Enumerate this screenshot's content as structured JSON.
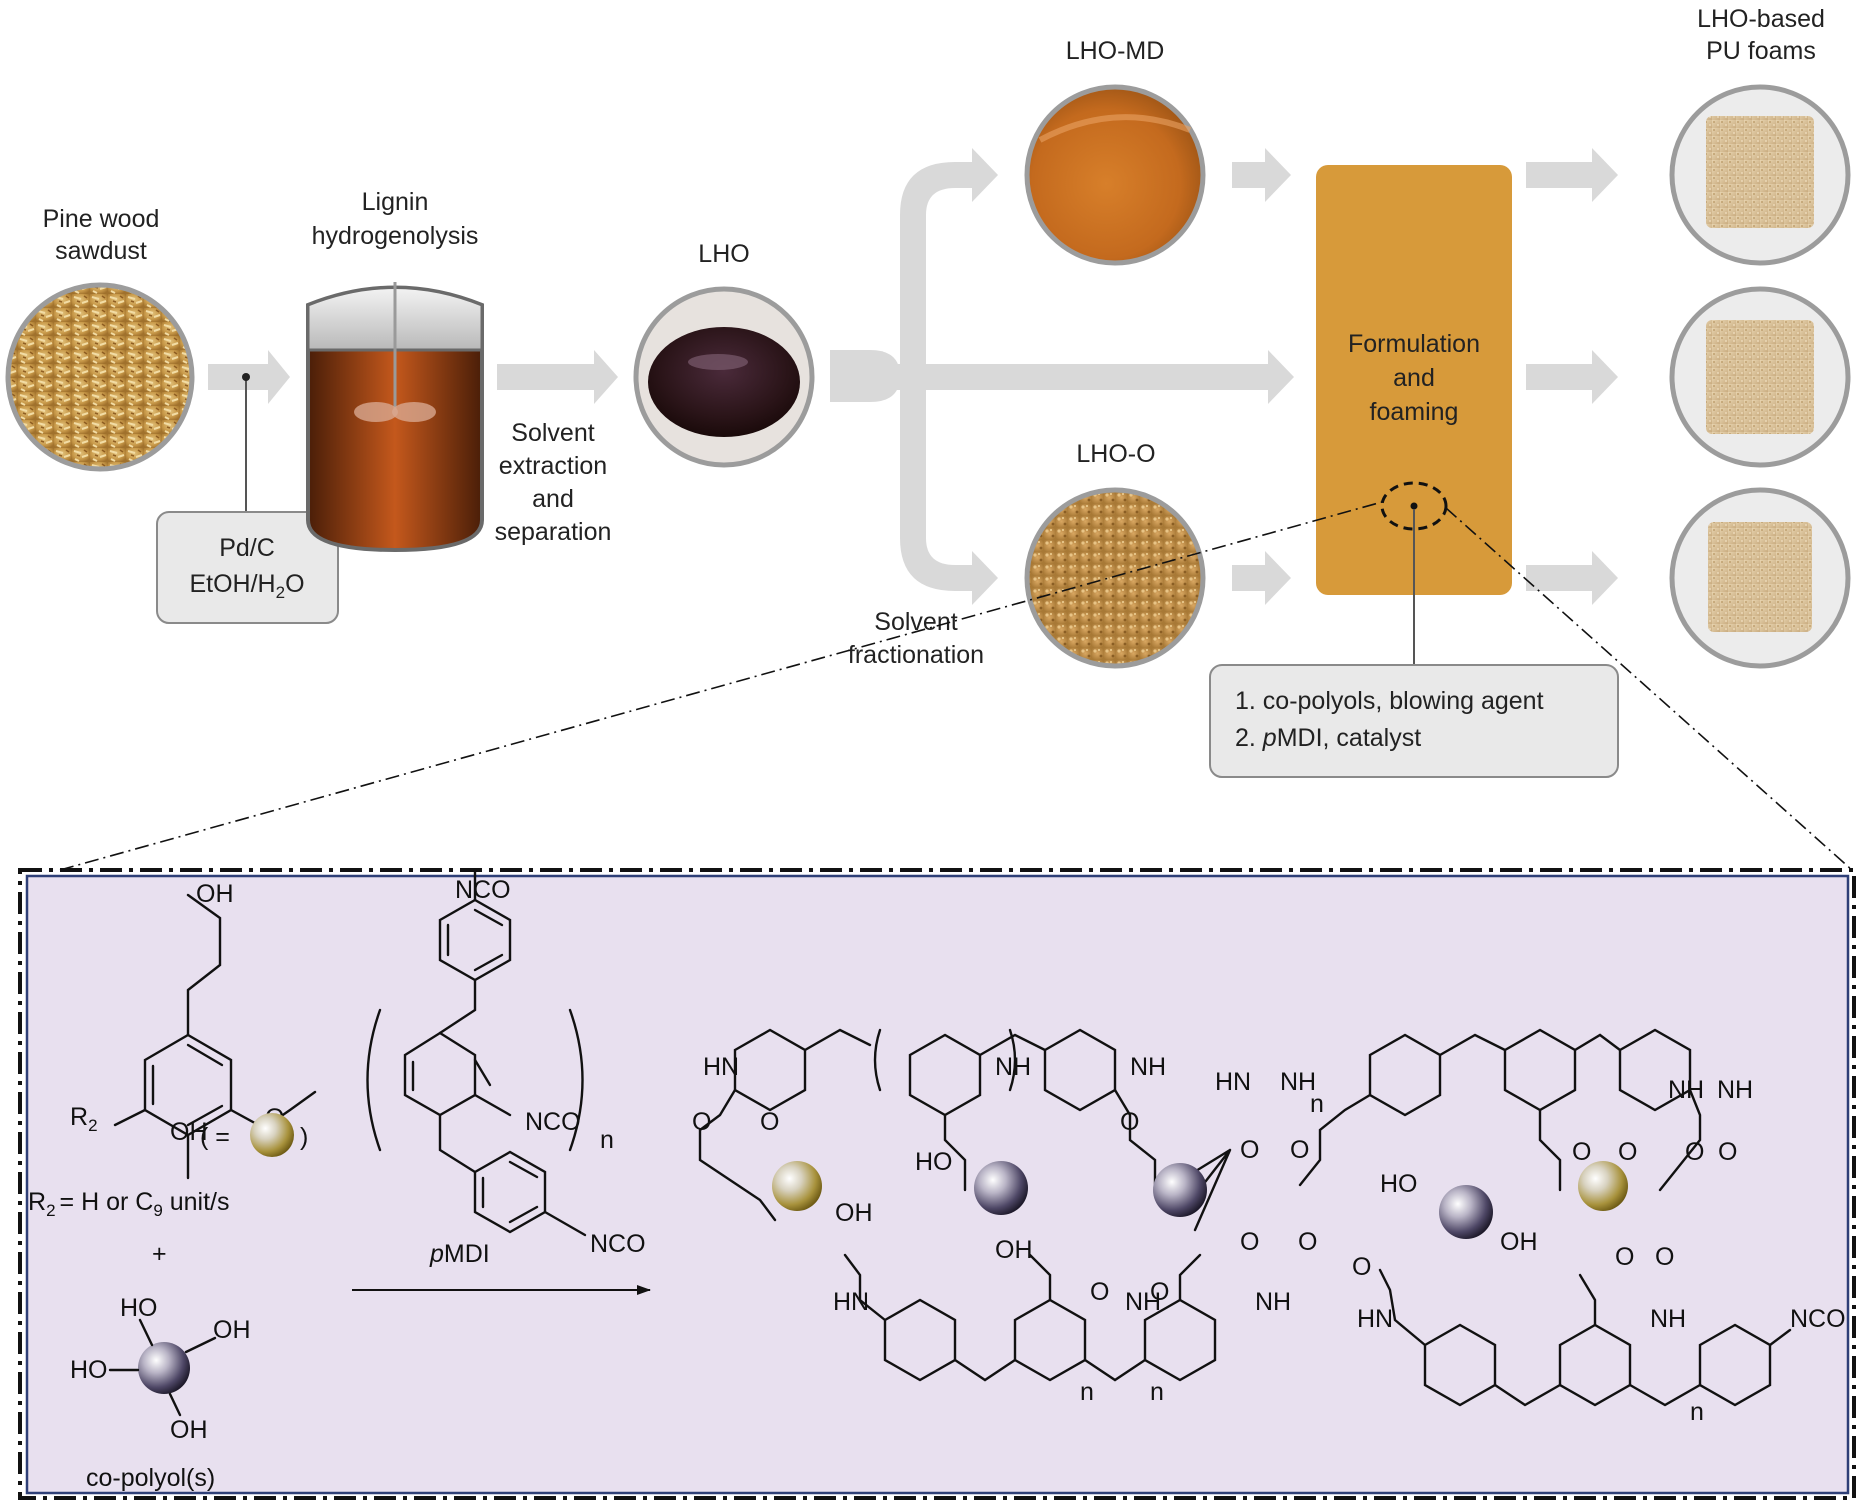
{
  "process": {
    "pine_label_1": "Pine wood",
    "pine_label_2": "sawdust",
    "lignin_label_1": "Lignin",
    "lignin_label_2": "hydrogenolysis",
    "catalyst_line_1": "Pd/C",
    "catalyst_line_2_main": "EtOH/H",
    "catalyst_line_2_sub": "2",
    "catalyst_line_2_end": "O",
    "extraction_1": "Solvent",
    "extraction_2": "extraction",
    "extraction_3": "and",
    "extraction_4": "separation",
    "lho_label": "LHO",
    "lhomd_label": "LHO-MD",
    "lhoo_label": "LHO-O",
    "fractionation_1": "Solvent",
    "fractionation_2": "fractionation",
    "formulation_1": "Formulation",
    "formulation_2": "and",
    "formulation_3": "foaming",
    "steps_1": "1. co-polyols, blowing agent",
    "steps_2_num": "2. ",
    "steps_2_italic": "p",
    "steps_2_rest": "MDI, catalyst",
    "foams_1": "LHO-based",
    "foams_2": "PU foams"
  },
  "chemistry": {
    "oh": "OH",
    "nco": "NCO",
    "nh": "NH",
    "hn": "HN",
    "ho": "HO",
    "r2": "R",
    "r2_sub": "2",
    "o": "O",
    "n": "n",
    "eq_open": "( =",
    "eq_close": ")",
    "r2_def_1": "= H or C",
    "r2_def_sub": "9",
    "r2_def_2": " unit/s",
    "plus": "+",
    "pmdi_italic": "p",
    "pmdi_rest": "MDI",
    "copolyol": "co-polyol(s)"
  },
  "colors": {
    "arrow": "#d9d9d9",
    "formulation_box": "#d79a3a",
    "panel_bg": "#e8e0ef",
    "panel_border": "#2e3f77",
    "polyol_dark": "#3a3350",
    "lignin_sphere": "#a08a3c"
  }
}
